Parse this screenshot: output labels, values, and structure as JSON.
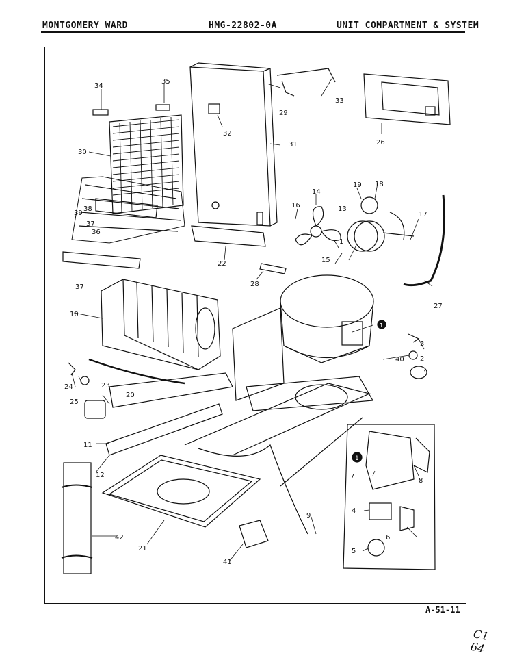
{
  "header": {
    "brand": "MONTGOMERY WARD",
    "model": "HMG-22802-0A",
    "section": "UNIT COMPARTMENT & SYSTEM"
  },
  "footer": {
    "page_code": "A-51-11"
  },
  "handwriting": {
    "note": "C1\n64"
  },
  "callouts": {
    "c1": "1",
    "c2": "2",
    "c3": "3",
    "c4": "4",
    "c5": "5",
    "c6": "6",
    "c7": "7",
    "c8": "8",
    "c9": "9",
    "c10": "10",
    "c11": "11",
    "c12": "12",
    "c13": "13",
    "c14": "14",
    "c15": "15",
    "c16": "16",
    "c17": "17",
    "c18": "18",
    "c19": "19",
    "c20": "20",
    "c21": "21",
    "c22": "22",
    "c23": "23",
    "c24": "24",
    "c25": "25",
    "c26": "26",
    "c27": "27",
    "c28": "28",
    "c29": "29",
    "c30": "30",
    "c31": "31",
    "c32": "32",
    "c33": "33",
    "c34": "34",
    "c35": "35",
    "c36": "36",
    "c37a": "37",
    "c37b": "37",
    "c38": "38",
    "c39": "39",
    "c40": "40",
    "c41": "41",
    "c42": "42"
  },
  "markers": {
    "inset_marker": "1",
    "compressor_marker": "1"
  }
}
